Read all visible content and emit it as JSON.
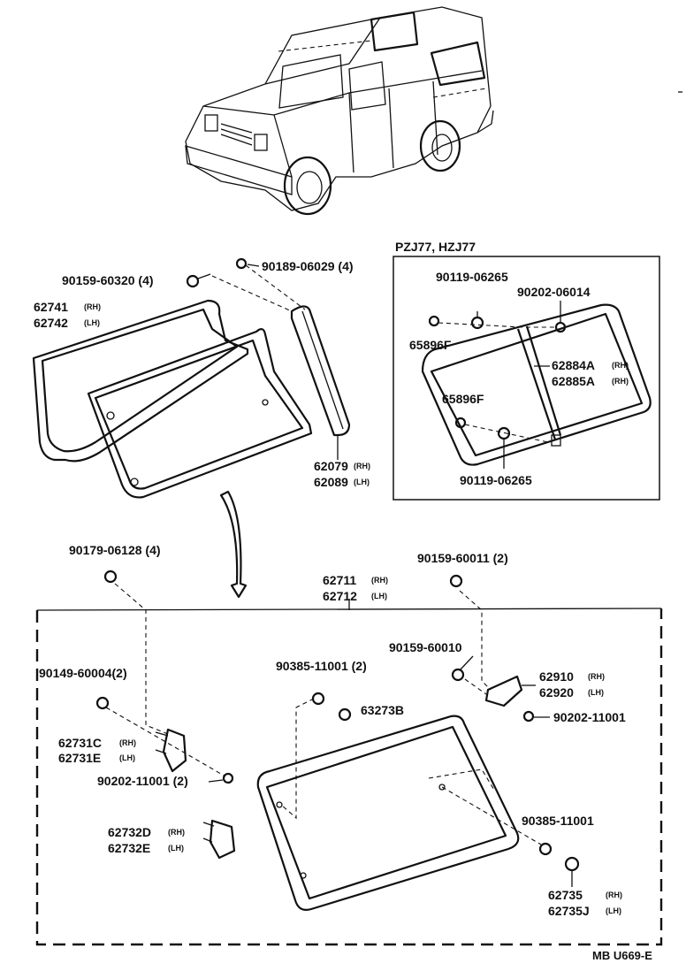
{
  "inset": {
    "title": "PZJ77, HZJ77"
  },
  "figure_code": "MB U669-E",
  "labels": {
    "p90159_60320": "90159-60320 (4)",
    "p90189_06029": "90189-06029 (4)",
    "p62741": "62741",
    "p62742": "62742",
    "p62079": "62079",
    "p62089": "62089",
    "p90119_06265_top": "90119-06265",
    "p90202_06014": "90202-06014",
    "p65896F_top": "65896F",
    "p62884A": "62884A",
    "p62885A": "62885A",
    "p65896F_bot": "65896F",
    "p90119_06265_bot": "90119-06265",
    "p90179_06128": "90179-06128 (4)",
    "p90159_60011": "90159-60011 (2)",
    "p62711": "62711",
    "p62712": "62712",
    "p90159_60010": "90159-60010",
    "p90149_60004": "90149-60004(2)",
    "p90385_11001_a": "90385-11001 (2)",
    "p62910": "62910",
    "p62920": "62920",
    "p63273B": "63273B",
    "p90202_11001_r": "90202-11001",
    "p62731C": "62731C",
    "p62731E": "62731E",
    "p90202_11001_l": "90202-11001 (2)",
    "p90385_11001_b": "90385-11001",
    "p62732D": "62732D",
    "p62732E": "62732E",
    "p62735": "62735",
    "p62735J": "62735J"
  },
  "side": {
    "rh": "(RH)",
    "lh": "(LH)"
  }
}
